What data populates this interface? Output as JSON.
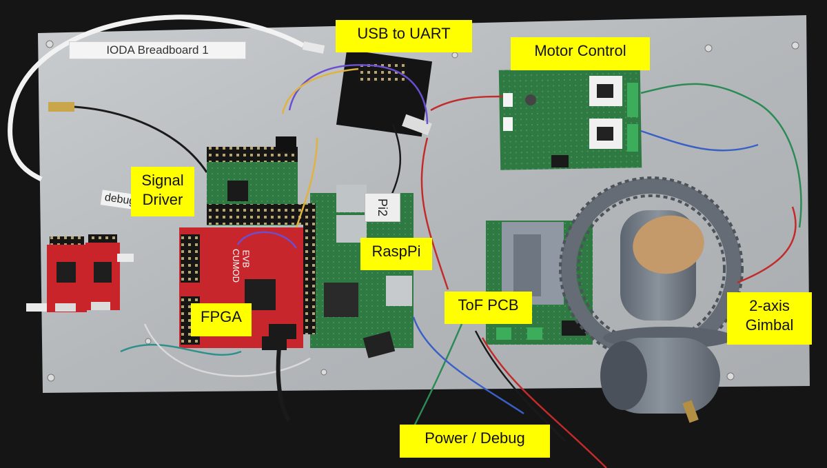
{
  "photo": {
    "plate_label": "IODA Breadboard 1",
    "cable_tag": "debug",
    "board_sticker": "Pi2",
    "fpga_silkscreen": "CUMOD",
    "fpga_board_text": "EVB"
  },
  "callouts": {
    "usb_uart": "USB to UART",
    "motor_control": "Motor Control",
    "signal_driver_line1": "Signal",
    "signal_driver_line2": "Driver",
    "raspi": "RaspPi",
    "fpga": "FPGA",
    "tof_pcb": "ToF PCB",
    "gimbal_line1": "2-axis",
    "gimbal_line2": "Gimbal",
    "power_debug": "Power / Debug"
  },
  "colors": {
    "callout_bg": "#ffff00",
    "plate": "#b9bdc0",
    "pcb_green": "#2f7a43",
    "pcb_red": "#c7262c",
    "gimbal_gray": "#6f7782"
  }
}
